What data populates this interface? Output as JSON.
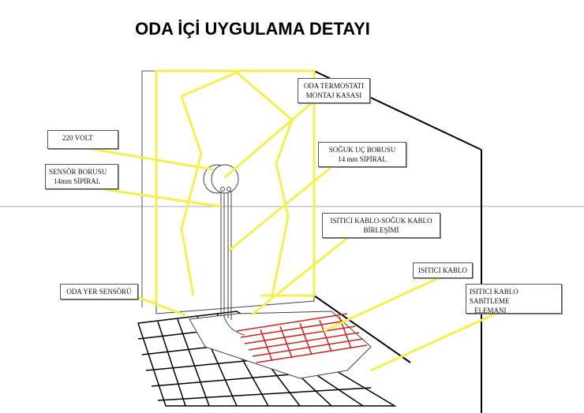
{
  "title": "ODA İÇİ UYGULAMA DETAYI",
  "labels": {
    "thermostat_box": [
      "ODA TERMOSTATI",
      "MONTAJ KASASI"
    ],
    "volt": "220 VOLT",
    "sensor_pipe": [
      "SENSÖR BORUSU",
      "14mm SİPİRAL"
    ],
    "cold_pipe": [
      "SOĞUK UÇ BORUSU",
      "14 mm SİPİRAL"
    ],
    "junction": [
      "ISITICI KABLO-SOĞUK KABLO",
      "BİRLEŞİMİ"
    ],
    "heating_cable": "ISITICI KABLO",
    "floor_sensor": "ODA YER SENSÖRÜ",
    "fixing": [
      "ISITICI KABLO SABİTLEME",
      "ELEMANI"
    ]
  },
  "colors": {
    "leader": "#f5f04a",
    "cable": "#d42020"
  }
}
